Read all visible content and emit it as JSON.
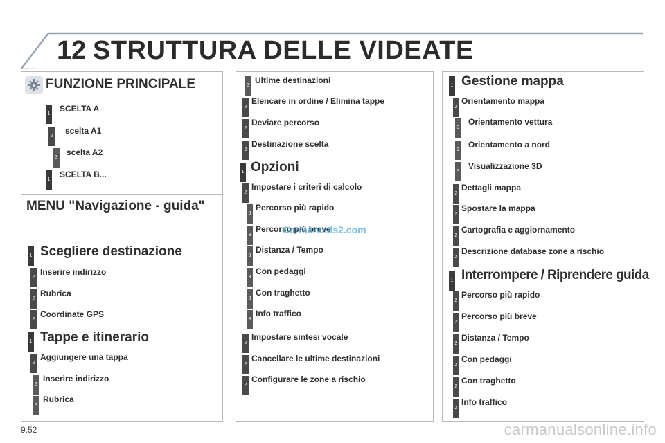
{
  "header": {
    "number": "12",
    "title": "STRUTTURA DELLE VIDEATE"
  },
  "funzione": {
    "title": "FUNZIONE PRINCIPALE",
    "items": [
      {
        "level": "1",
        "label": "SCELTA A"
      },
      {
        "level": "2",
        "label": "scelta A1"
      },
      {
        "level": "3",
        "label": "scelta A2"
      },
      {
        "level": "1",
        "label": "SCELTA B..."
      }
    ]
  },
  "menu": {
    "title": "MENU \"Navigazione - guida\"",
    "sections": [
      {
        "level": "1",
        "label": "Scegliere destinazione"
      },
      {
        "level": "2",
        "label": "Inserire indirizzo"
      },
      {
        "level": "2",
        "label": "Rubrica"
      },
      {
        "level": "2",
        "label": "Coordinate GPS"
      },
      {
        "level": "1",
        "label": "Tappe e itinerario"
      },
      {
        "level": "2",
        "label": "Aggiungere una tappa"
      },
      {
        "level": "3",
        "label": "Inserire indirizzo"
      },
      {
        "level": "3",
        "label": "Rubrica"
      }
    ]
  },
  "middle": {
    "items": [
      {
        "level": "3",
        "label": "Ultime destinazioni"
      },
      {
        "level": "2",
        "label": "Elencare in ordine / Elimina tappe"
      },
      {
        "level": "2",
        "label": "Deviare percorso"
      },
      {
        "level": "2",
        "label": "Destinazione scelta"
      },
      {
        "level": "1",
        "label": "Opzioni"
      },
      {
        "level": "2",
        "label": "Impostare i criteri di calcolo"
      },
      {
        "level": "3",
        "label": "Percorso più rapido"
      },
      {
        "level": "3",
        "label": "Percorso più breve"
      },
      {
        "level": "3",
        "label": "Distanza / Tempo"
      },
      {
        "level": "3",
        "label": "Con pedaggi"
      },
      {
        "level": "3",
        "label": "Con traghetto"
      },
      {
        "level": "3",
        "label": "Info traffico"
      },
      {
        "level": "2",
        "label": "Impostare sintesi vocale"
      },
      {
        "level": "2",
        "label": "Cancellare le ultime destinazioni"
      },
      {
        "level": "2",
        "label": "Configurare le zone a rischio"
      }
    ]
  },
  "right": {
    "items": [
      {
        "level": "1",
        "label": "Gestione mappa"
      },
      {
        "level": "2",
        "label": "Orientamento mappa"
      },
      {
        "level": "3",
        "label": "Orientamento vettura"
      },
      {
        "level": "3",
        "label": "Orientamento a nord"
      },
      {
        "level": "3",
        "label": "Visualizzazione 3D"
      },
      {
        "level": "2",
        "label": "Dettagli mappa"
      },
      {
        "level": "2",
        "label": "Spostare la mappa"
      },
      {
        "level": "2",
        "label": "Cartografia e aggiornamento"
      },
      {
        "level": "2",
        "label": "Descrizione database zone a rischio"
      },
      {
        "level": "1",
        "label": "Interrompere / Riprendere guida"
      },
      {
        "level": "2",
        "label": "Percorso più rapido"
      },
      {
        "level": "2",
        "label": "Percorso più breve"
      },
      {
        "level": "2",
        "label": "Distanza / Tempo"
      },
      {
        "level": "2",
        "label": "Con pedaggi"
      },
      {
        "level": "2",
        "label": "Con traghetto"
      },
      {
        "level": "2",
        "label": "Info traffico"
      }
    ]
  },
  "footer": {
    "page": "9.52",
    "watermark": "Carmanuals2.com",
    "site": "carmanualsonline.info"
  },
  "colors": {
    "bar": "#3a3a3a",
    "border": "#b9b9b9",
    "text": "#2b2b2b"
  }
}
